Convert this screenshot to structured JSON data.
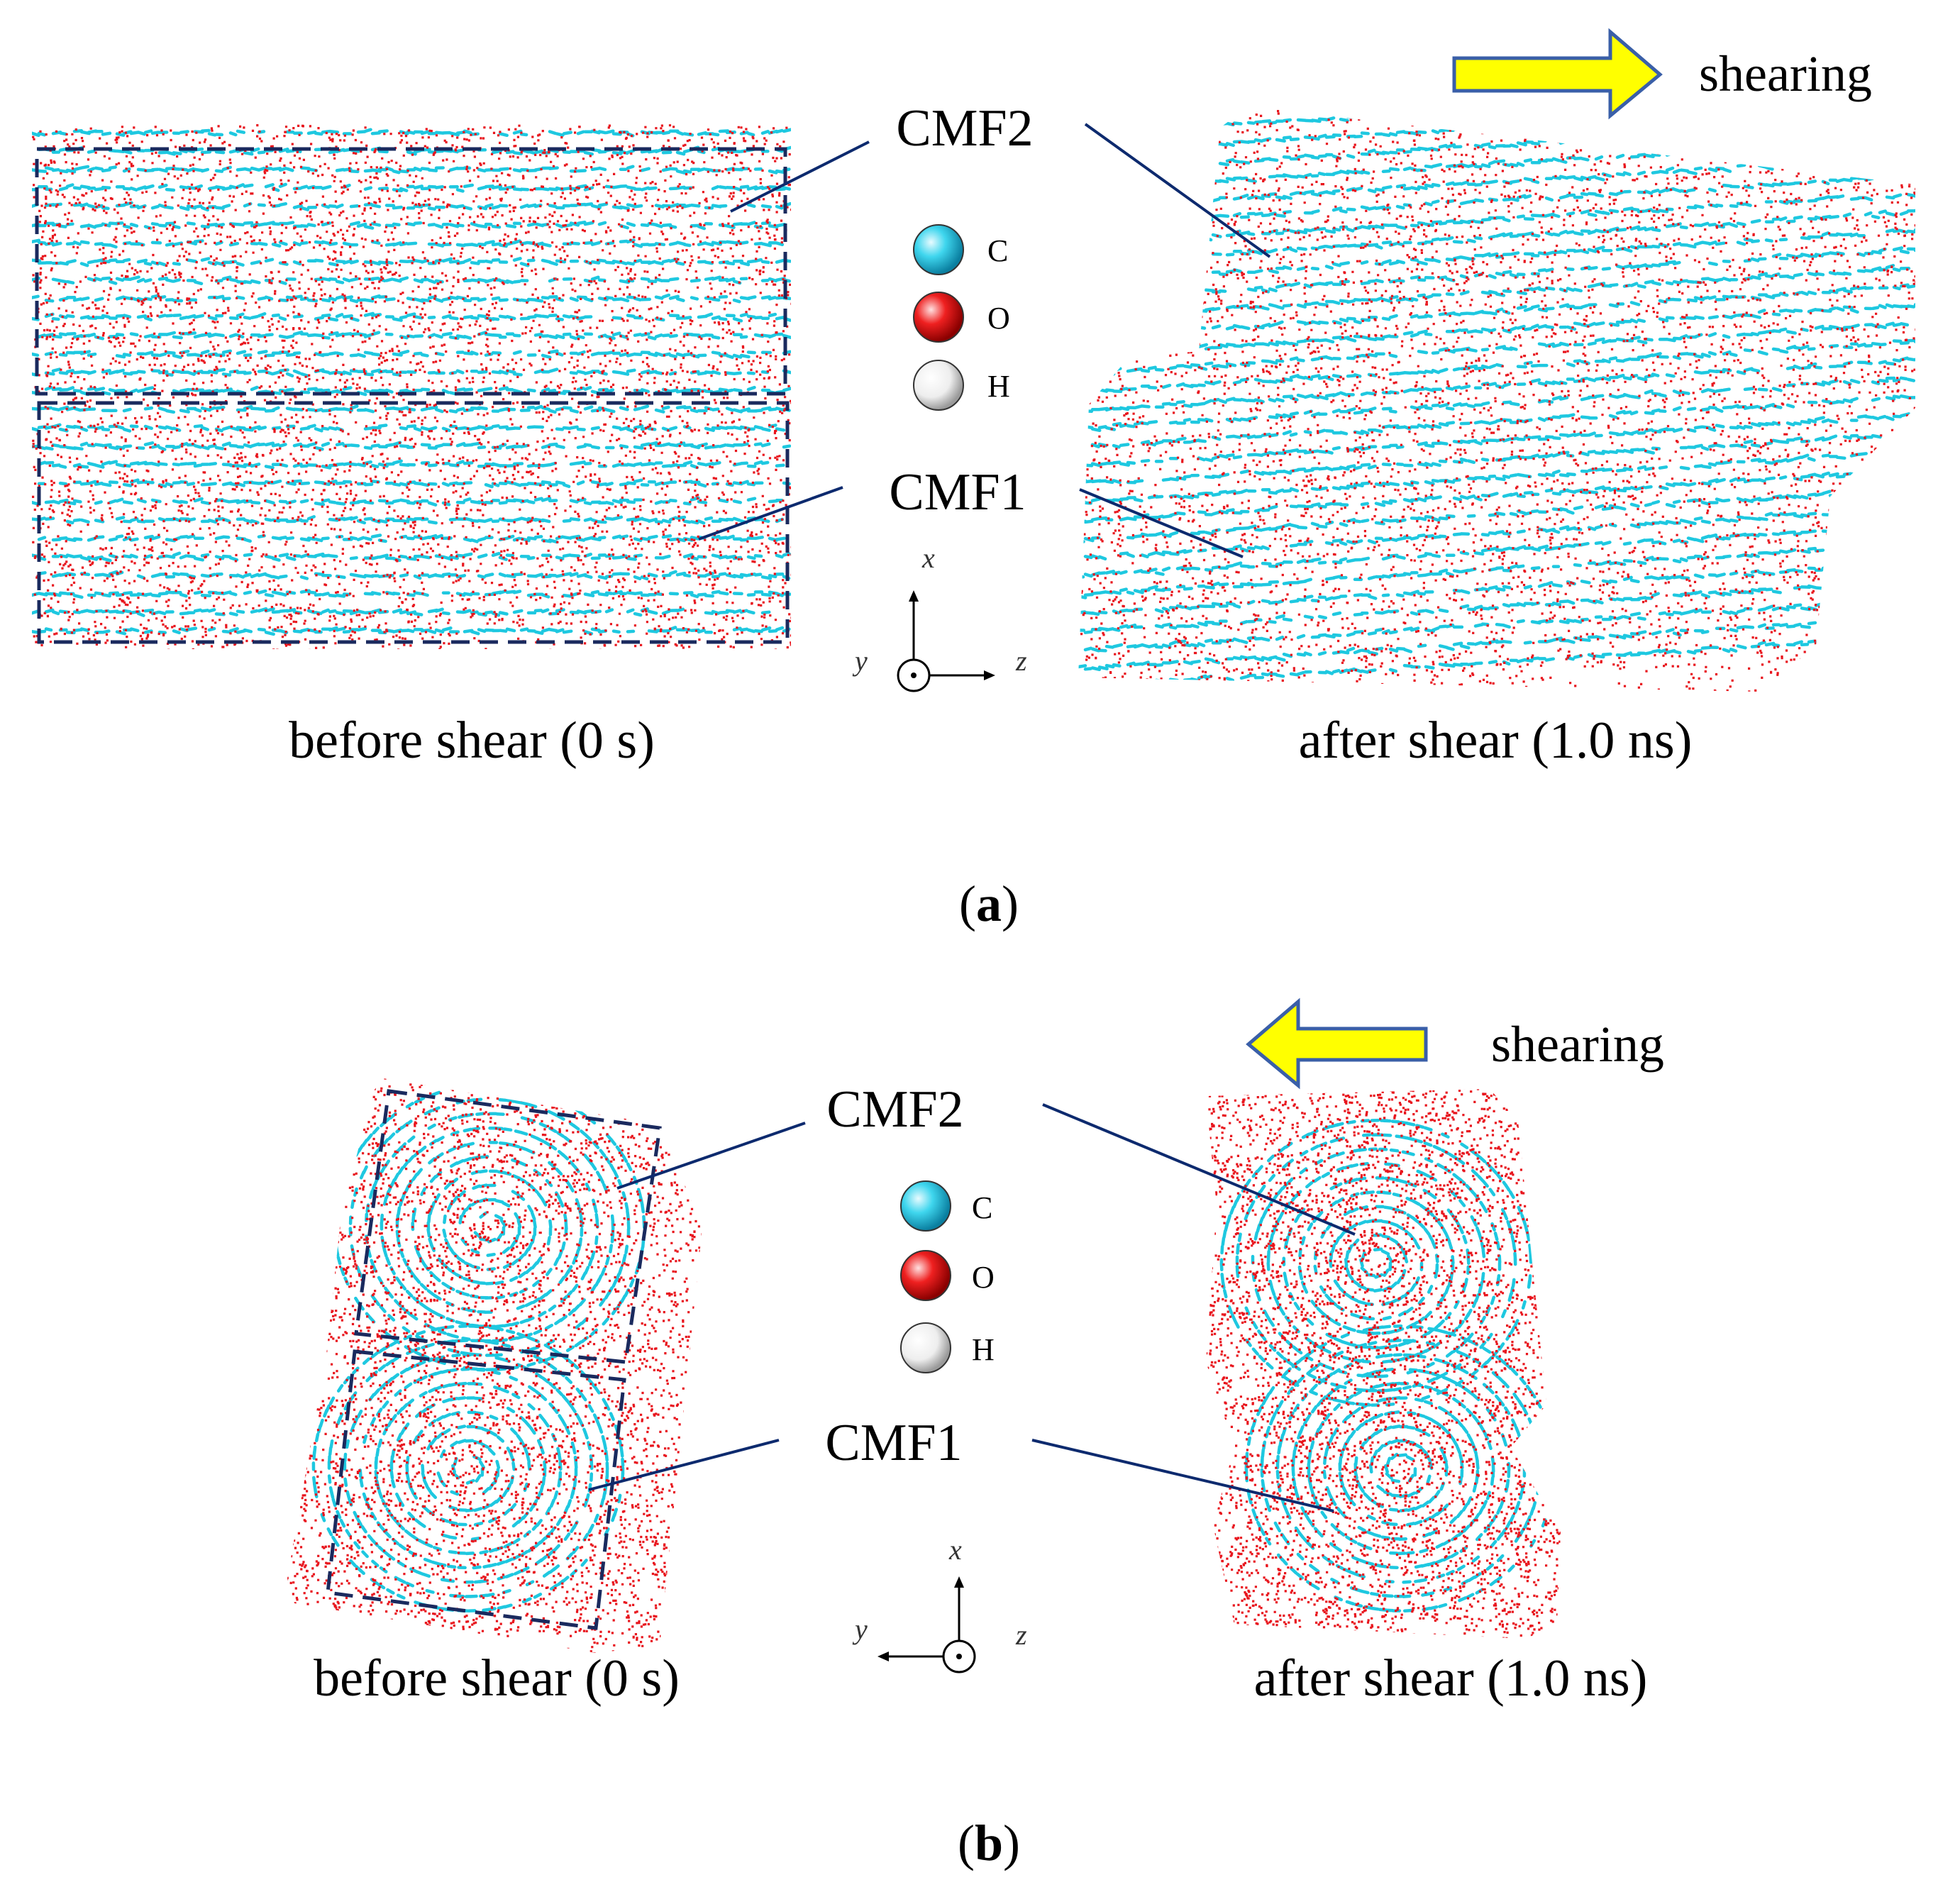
{
  "panels": [
    {
      "id": "a",
      "panel_label": "a",
      "shear_direction": "right",
      "shear_label": "shearing",
      "cmf2_label": "CMF2",
      "cmf1_label": "CMF1",
      "before_caption": "before shear (0 s)",
      "after_caption": "after shear (1.0 ns)",
      "legend": [
        {
          "symbol": "C",
          "color": "#1ec8e0"
        },
        {
          "symbol": "O",
          "color": "#e8141c"
        },
        {
          "symbol": "H",
          "color": "#e8e8e8"
        }
      ],
      "axes": {
        "x": "x",
        "y": "y",
        "z": "z"
      }
    },
    {
      "id": "b",
      "panel_label": "b",
      "shear_direction": "left",
      "shear_label": "shearing",
      "cmf2_label": "CMF2",
      "cmf1_label": "CMF1",
      "before_caption": "before shear (0 s)",
      "after_caption": "after shear (1.0 ns)",
      "legend": [
        {
          "symbol": "C",
          "color": "#1ec8e0"
        },
        {
          "symbol": "O",
          "color": "#e8141c"
        },
        {
          "symbol": "H",
          "color": "#e8e8e8"
        }
      ],
      "axes": {
        "x": "x",
        "y": "y",
        "z": "z"
      }
    }
  ],
  "colors": {
    "carbon": "#1ec8e0",
    "oxygen": "#e8141c",
    "dashed_box": "#1a2a5e",
    "leader_line": "#0d2a6e",
    "arrow_fill": "#ffff00",
    "arrow_stroke": "#3a5fa8"
  }
}
